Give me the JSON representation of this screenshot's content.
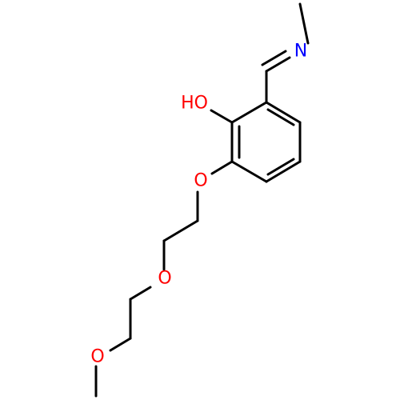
{
  "colors": {
    "bond": "#000000",
    "oxygen": "#ff0000",
    "nitrogen": "#0000ff",
    "background": "#ffffff"
  },
  "atoms": {
    "n_imine": "N",
    "o_hydroxyl": "HO",
    "o_ether1": "O",
    "o_ether2": "O",
    "o_methoxy": "O"
  }
}
